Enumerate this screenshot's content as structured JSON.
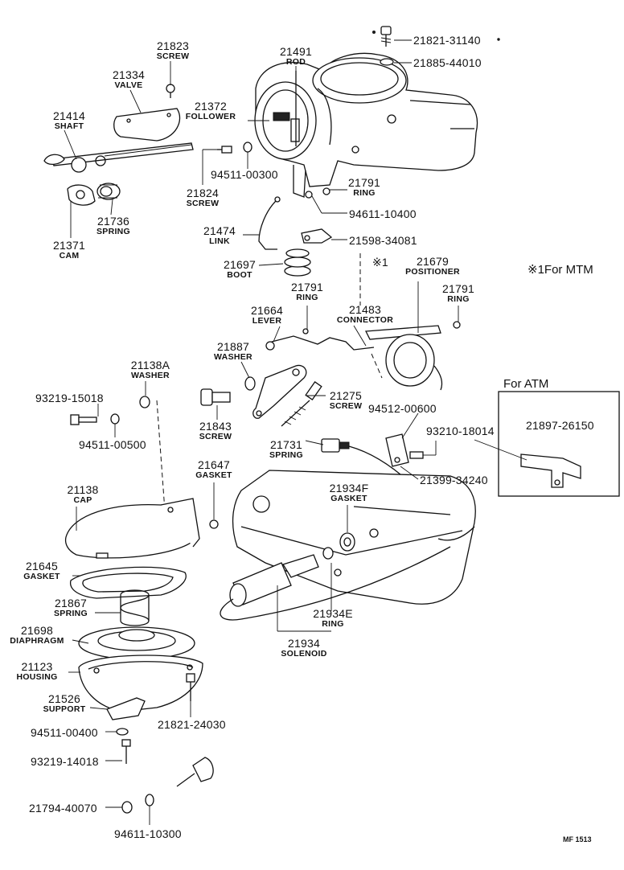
{
  "parts": [
    {
      "id": "p21823",
      "number": "21823",
      "name": "SCREW"
    },
    {
      "id": "p21334",
      "number": "21334",
      "name": "VALVE"
    },
    {
      "id": "p21414",
      "number": "21414",
      "name": "SHAFT"
    },
    {
      "id": "p21736",
      "number": "21736",
      "name": "SPRING"
    },
    {
      "id": "p21371",
      "number": "21371",
      "name": "CAM"
    },
    {
      "id": "p21491",
      "number": "21491",
      "name": "ROD"
    },
    {
      "id": "p21372",
      "number": "21372",
      "name": "FOLLOWER"
    },
    {
      "id": "p21821_31140",
      "number": "21821-31140",
      "name": ""
    },
    {
      "id": "p21885_44010",
      "number": "21885-44010",
      "name": ""
    },
    {
      "id": "p94511_00300",
      "number": "94511-00300",
      "name": ""
    },
    {
      "id": "p21824",
      "number": "21824",
      "name": "SCREW"
    },
    {
      "id": "p21791a",
      "number": "21791",
      "name": "RING"
    },
    {
      "id": "p94611_10400",
      "number": "94611-10400",
      "name": ""
    },
    {
      "id": "p21474",
      "number": "21474",
      "name": "LINK"
    },
    {
      "id": "p21598_34081",
      "number": "21598-34081",
      "name": ""
    },
    {
      "id": "p21697",
      "number": "21697",
      "name": "BOOT"
    },
    {
      "id": "p21679",
      "number": "21679",
      "name": "POSITIONER"
    },
    {
      "id": "p21791b",
      "number": "21791",
      "name": "RING"
    },
    {
      "id": "p21791c",
      "number": "21791",
      "name": "RING"
    },
    {
      "id": "p21664",
      "number": "21664",
      "name": "LEVER"
    },
    {
      "id": "p21483",
      "number": "21483",
      "name": "CONNECTOR"
    },
    {
      "id": "p21887",
      "number": "21887",
      "name": "WASHER"
    },
    {
      "id": "p21138A",
      "number": "21138A",
      "name": "WASHER"
    },
    {
      "id": "p93219_15018",
      "number": "93219-15018",
      "name": ""
    },
    {
      "id": "p94511_00500",
      "number": "94511-00500",
      "name": ""
    },
    {
      "id": "p21275",
      "number": "21275",
      "name": "SCREW"
    },
    {
      "id": "p94512_00600",
      "number": "94512-00600",
      "name": ""
    },
    {
      "id": "p21843",
      "number": "21843",
      "name": "SCREW"
    },
    {
      "id": "p21731",
      "number": "21731",
      "name": "SPRING"
    },
    {
      "id": "p93210_18014",
      "number": "93210-18014",
      "name": ""
    },
    {
      "id": "p21897_26150",
      "number": "21897-26150",
      "name": ""
    },
    {
      "id": "p21399_34240",
      "number": "21399-34240",
      "name": ""
    },
    {
      "id": "p21647",
      "number": "21647",
      "name": "GASKET"
    },
    {
      "id": "p21934F",
      "number": "21934F",
      "name": "GASKET"
    },
    {
      "id": "p21138",
      "number": "21138",
      "name": "CAP"
    },
    {
      "id": "p21645",
      "number": "21645",
      "name": "GASKET"
    },
    {
      "id": "p21867",
      "number": "21867",
      "name": "SPRING"
    },
    {
      "id": "p21698",
      "number": "21698",
      "name": "DIAPHRAGM"
    },
    {
      "id": "p21934E",
      "number": "21934E",
      "name": "RING"
    },
    {
      "id": "p21934",
      "number": "21934",
      "name": "SOLENOID"
    },
    {
      "id": "p21123",
      "number": "21123",
      "name": "HOUSING"
    },
    {
      "id": "p21526",
      "number": "21526",
      "name": "SUPPORT"
    },
    {
      "id": "p21821_24030",
      "number": "21821-24030",
      "name": ""
    },
    {
      "id": "p94511_00400",
      "number": "94511-00400",
      "name": ""
    },
    {
      "id": "p93219_14018",
      "number": "93219-14018",
      "name": ""
    },
    {
      "id": "p21794_40070",
      "number": "21794-40070",
      "name": ""
    },
    {
      "id": "p94611_10300",
      "number": "94611-10300",
      "name": ""
    }
  ],
  "notes": {
    "mtm": "※1For MTM",
    "mtm_ref": "※1",
    "atm_title": "For ATM",
    "footer": "MF 1513"
  }
}
